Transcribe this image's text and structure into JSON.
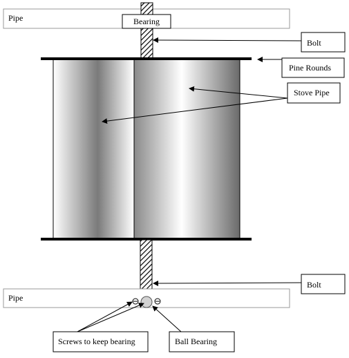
{
  "labels": {
    "pipe_top": "Pipe",
    "bearing": "Bearing",
    "bolt_top": "Bolt",
    "pine_rounds": "Pine Rounds",
    "stove_pipe": "Stove Pipe",
    "bolt_bottom": "Bolt",
    "pipe_bottom": "Pipe",
    "screws": "Screws to keep bearing",
    "ball_bearing": "Ball Bearing"
  },
  "colors": {
    "outline": "#000000",
    "pipe_fill": "#ffffff",
    "cylinder_dark": "#6e6e6e",
    "cylinder_light": "#ffffff"
  }
}
